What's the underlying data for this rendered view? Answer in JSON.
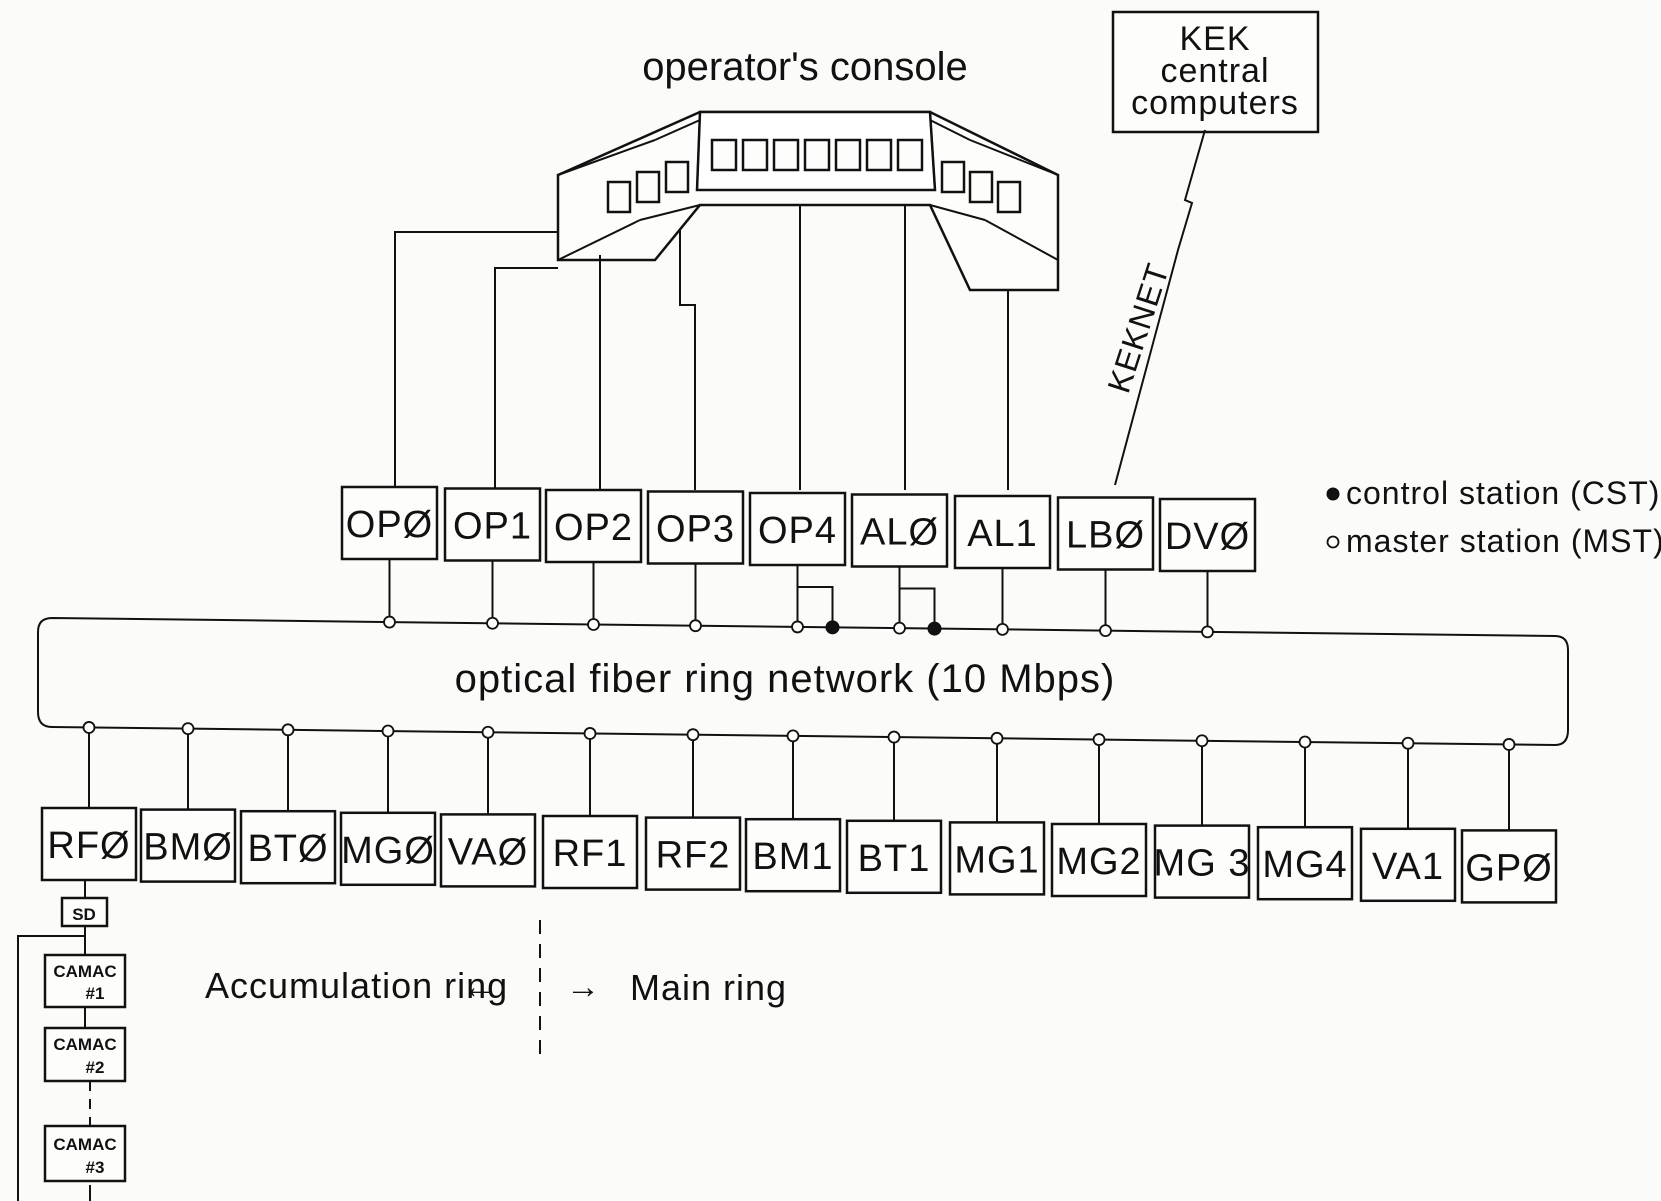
{
  "title": "operator's console",
  "kek_box": [
    "KEK",
    "central",
    "computers"
  ],
  "keknet_label": "KEKNET",
  "ring_label": "optical fiber ring network (10 Mbps)",
  "legend": {
    "control": "control station (CST)",
    "master": "master station (MST)"
  },
  "top_stations": [
    "OPØ",
    "OP1",
    "OP2",
    "OP3",
    "OP4",
    "ALØ",
    "AL1",
    "LBØ",
    "DVØ"
  ],
  "bottom_stations": [
    "RFØ",
    "BMØ",
    "BTØ",
    "MGØ",
    "VAØ",
    "RF1",
    "RF2",
    "BM1",
    "BT1",
    "MG1",
    "MG2",
    "MG 3",
    "MG4",
    "VA1",
    "GPØ"
  ],
  "sd_label": "SD",
  "camac": [
    {
      "line1": "CAMAC",
      "line2": "#1"
    },
    {
      "line1": "CAMAC",
      "line2": "#2"
    },
    {
      "line1": "CAMAC",
      "line2": "#3"
    }
  ],
  "accumulation_label": "Accumulation ring",
  "main_label": "Main ring",
  "arrow_left": "←",
  "arrow_right": "→"
}
